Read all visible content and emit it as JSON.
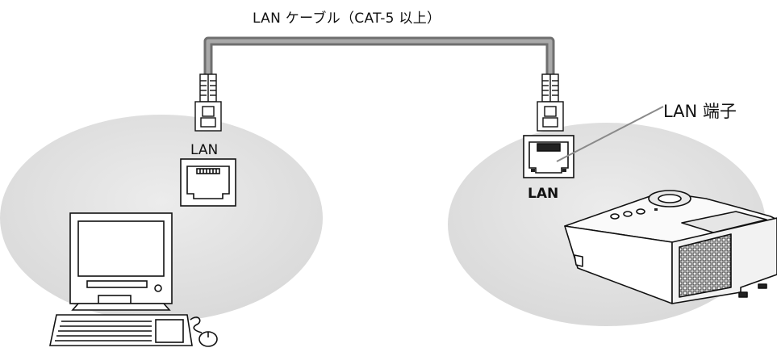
{
  "labels": {
    "cable": "LAN ケーブル（CAT-5 以上）",
    "pc_lan": "LAN",
    "projector_lan": "LAN",
    "lan_port": "LAN 端子"
  },
  "colors": {
    "cable_outer": "#6f6f6f",
    "cable_inner": "#a9a9a9",
    "ellipse_fill": "#e3e3e3",
    "line": "#111111"
  }
}
